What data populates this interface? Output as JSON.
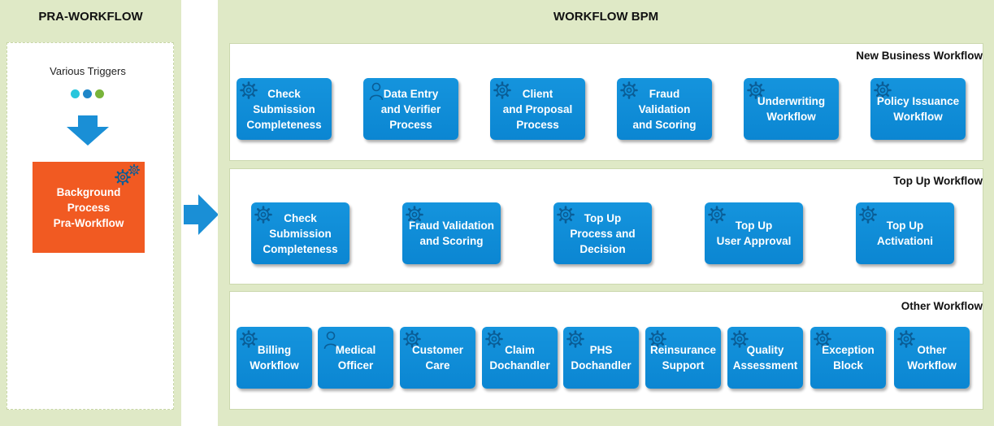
{
  "pra_workflow": {
    "title": "PRA-WORKFLOW",
    "triggers_label": "Various Triggers",
    "trigger_dot_colors": [
      "#27c6dc",
      "#1e86c8",
      "#79b43a"
    ],
    "background_box": {
      "label": "Background\nProcess\nPra-Workflow",
      "icon": "gears-icon",
      "color": "#f15a22"
    }
  },
  "workflow_bpm": {
    "title": "WORKFLOW BPM",
    "box_color": "#0b86d2",
    "sections": [
      {
        "title": "New Business Workflow",
        "items": [
          {
            "label": "Check\nSubmission\nCompleteness",
            "icon": "gear-icon"
          },
          {
            "label": "Data Entry\nand Verifier\nProcess",
            "icon": "person-icon"
          },
          {
            "label": "Client\nand Proposal\nProcess",
            "icon": "gear-icon"
          },
          {
            "label": "Fraud\nValidation\nand Scoring",
            "icon": "gear-icon"
          },
          {
            "label": "Underwriting\nWorkflow",
            "icon": "gear-icon"
          },
          {
            "label": "Policy Issuance\nWorkflow",
            "icon": "gear-icon"
          }
        ]
      },
      {
        "title": "Top Up Workflow",
        "items": [
          {
            "label": "Check\nSubmission\nCompleteness",
            "icon": "gear-icon"
          },
          {
            "label": "Fraud Validation\nand Scoring",
            "icon": "gear-icon"
          },
          {
            "label": "Top Up\nProcess and\nDecision",
            "icon": "gear-icon"
          },
          {
            "label": "Top Up\nUser Approval",
            "icon": "gear-icon"
          },
          {
            "label": "Top Up\nActivationi",
            "icon": "gear-icon"
          }
        ]
      },
      {
        "title": "Other Workflow",
        "items": [
          {
            "label": "Billing\nWorkflow",
            "icon": "gear-icon"
          },
          {
            "label": "Medical\nOfficer",
            "icon": "person-icon"
          },
          {
            "label": "Customer\nCare",
            "icon": "gear-icon"
          },
          {
            "label": "Claim\nDochandler",
            "icon": "gear-icon"
          },
          {
            "label": "PHS\nDochandler",
            "icon": "gear-icon"
          },
          {
            "label": "Reinsurance\nSupport",
            "icon": "gear-icon"
          },
          {
            "label": "Quality\nAssessment",
            "icon": "gear-icon"
          },
          {
            "label": "Exception\nBlock",
            "icon": "gear-icon"
          },
          {
            "label": "Other\nWorkflow",
            "icon": "gear-icon"
          }
        ]
      }
    ]
  }
}
